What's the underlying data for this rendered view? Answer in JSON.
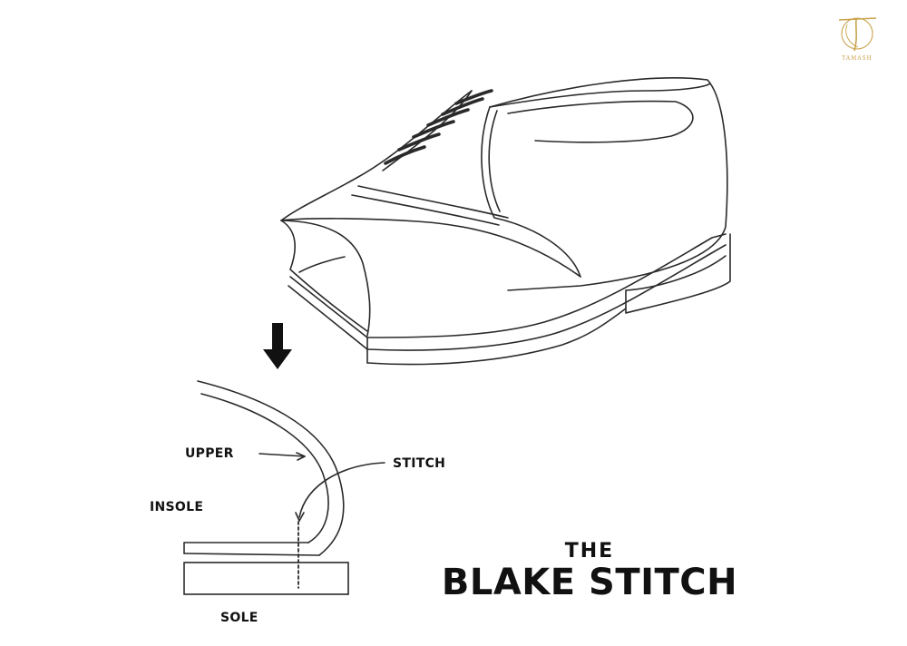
{
  "title": {
    "pre": "THE",
    "main": "BLAKE STITCH"
  },
  "labels": {
    "upper": "UPPER",
    "stitch": "STITCH",
    "insole": "INSOLE",
    "sole": "SOLE"
  },
  "brand": {
    "logo_text": "TAMASH",
    "color": "#c9a24a"
  },
  "colors": {
    "ink": "#111111",
    "stroke": "#2a2a2a",
    "background": "#ffffff"
  }
}
